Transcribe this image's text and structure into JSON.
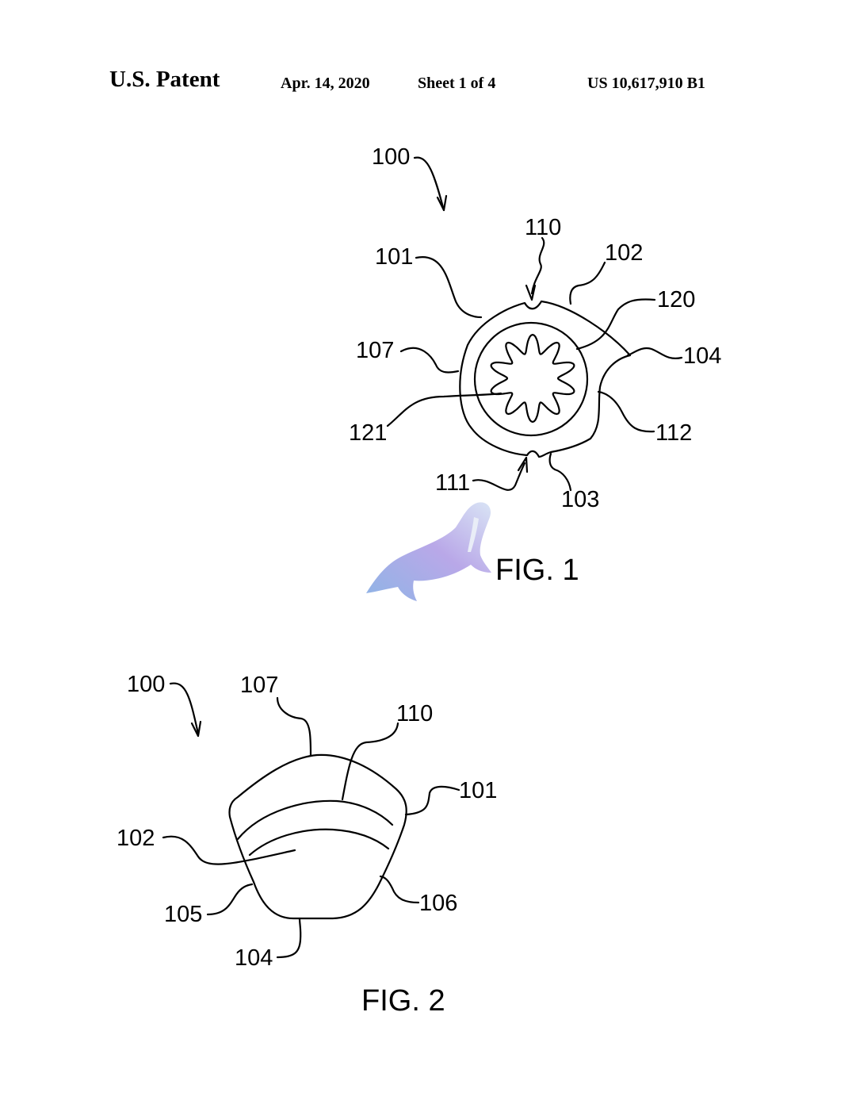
{
  "header": {
    "title": "U.S. Patent",
    "date": "Apr. 14, 2020",
    "sheet": "Sheet 1 of 4",
    "patent_number": "US 10,617,910 B1"
  },
  "figure1": {
    "caption": "FIG. 1",
    "labels": {
      "r100": "100",
      "r101": "101",
      "r102": "102",
      "r103": "103",
      "r104": "104",
      "r107": "107",
      "r110": "110",
      "r111": "111",
      "r112": "112",
      "r120": "120",
      "r121": "121"
    }
  },
  "figure2": {
    "caption": "FIG. 2",
    "labels": {
      "r100": "100",
      "r101": "101",
      "r102": "102",
      "r104": "104",
      "r105": "105",
      "r106": "106",
      "r107": "107",
      "r110": "110"
    }
  },
  "watermark": {
    "icon": "walrus-icon",
    "colors": [
      "#8fb4e6",
      "#b9a8e8",
      "#d9e4f5"
    ]
  }
}
